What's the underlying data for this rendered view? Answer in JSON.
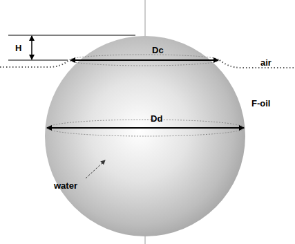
{
  "diagram": {
    "labels": [
      "H",
      "Dc",
      "Dd",
      "air",
      "F-oil",
      "water"
    ]
  }
}
